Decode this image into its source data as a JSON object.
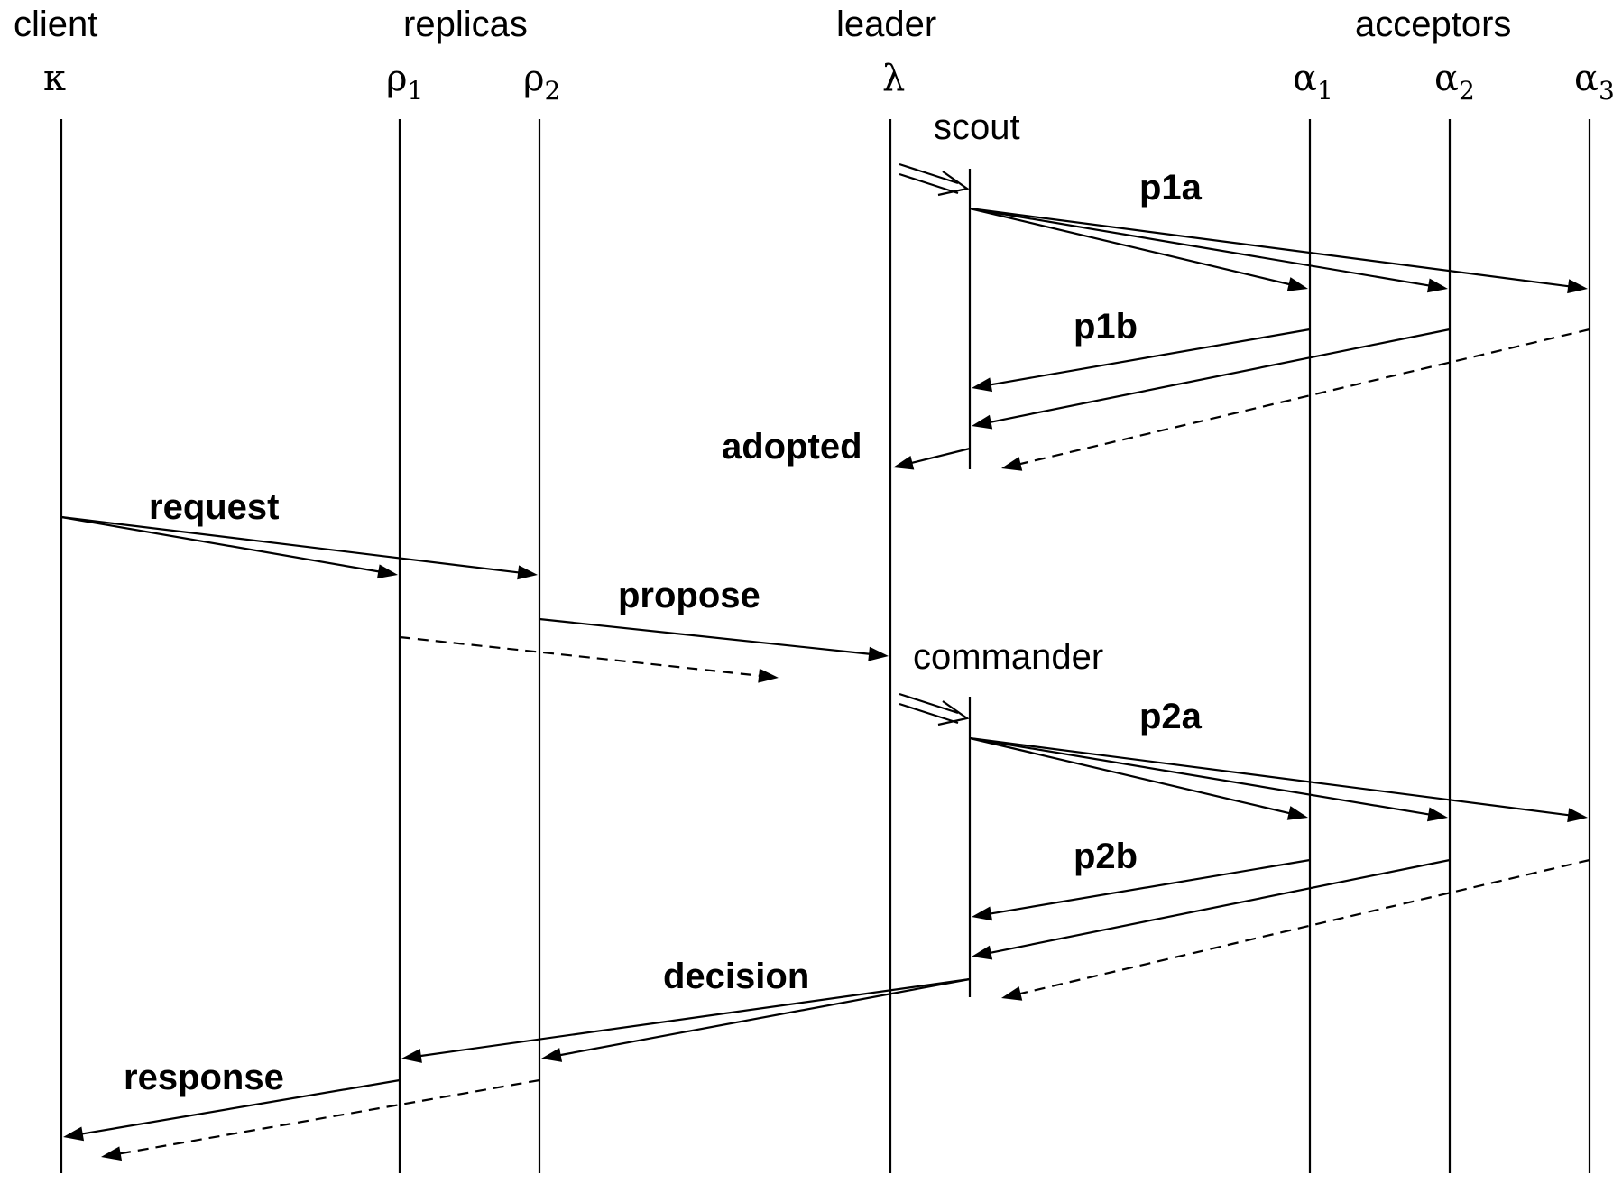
{
  "roles": [
    {
      "id": "client",
      "label": "client"
    },
    {
      "id": "replicas",
      "label": "replicas"
    },
    {
      "id": "leader",
      "label": "leader"
    },
    {
      "id": "acceptors",
      "label": "acceptors"
    }
  ],
  "participants": [
    {
      "id": "kappa",
      "symbol": "κ",
      "subscript": ""
    },
    {
      "id": "rho1",
      "symbol": "ρ",
      "subscript": "1"
    },
    {
      "id": "rho2",
      "symbol": "ρ",
      "subscript": "2"
    },
    {
      "id": "lambda",
      "symbol": "λ",
      "subscript": ""
    },
    {
      "id": "alpha1",
      "symbol": "α",
      "subscript": "1"
    },
    {
      "id": "alpha2",
      "symbol": "α",
      "subscript": "2"
    },
    {
      "id": "alpha3",
      "symbol": "α",
      "subscript": "3"
    }
  ],
  "sub_processes": [
    {
      "id": "scout",
      "label": "scout"
    },
    {
      "id": "commander",
      "label": "commander"
    }
  ],
  "messages": [
    {
      "id": "p1a",
      "label": "p1a"
    },
    {
      "id": "p1b",
      "label": "p1b"
    },
    {
      "id": "adopted",
      "label": "adopted"
    },
    {
      "id": "request",
      "label": "request"
    },
    {
      "id": "propose",
      "label": "propose"
    },
    {
      "id": "p2a",
      "label": "p2a"
    },
    {
      "id": "p2b",
      "label": "p2b"
    },
    {
      "id": "decision",
      "label": "decision"
    },
    {
      "id": "response",
      "label": "response"
    }
  ]
}
